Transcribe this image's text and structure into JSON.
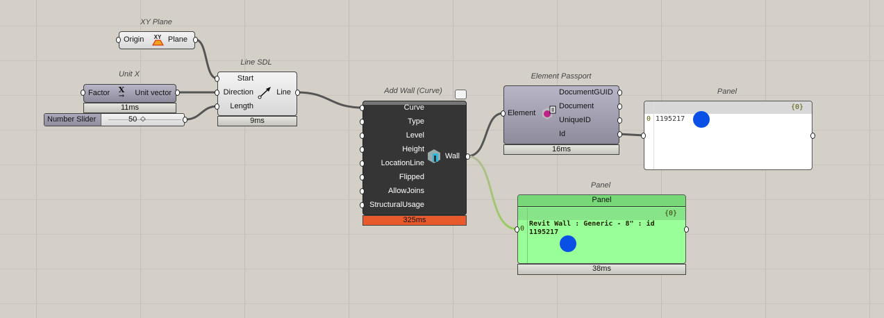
{
  "xy_plane": {
    "nickname": "XY Plane",
    "input": "Origin",
    "output": "Plane",
    "icon": "xy-plane-icon",
    "icon_text": "XY"
  },
  "unit_x": {
    "nickname": "Unit X",
    "input": "Factor",
    "output": "Unit vector",
    "icon_text": "X",
    "time": "11ms"
  },
  "slider": {
    "label": "Number Slider",
    "value": "50"
  },
  "line_sdl": {
    "nickname": "Line SDL",
    "inputs": [
      "Start",
      "Direction",
      "Length"
    ],
    "output": "Line",
    "time": "9ms"
  },
  "add_wall": {
    "nickname": "Add Wall (Curve)",
    "inputs": [
      "Curve",
      "Type",
      "Level",
      "Height",
      "LocationLine",
      "Flipped",
      "AllowJoins",
      "StructuralUsage"
    ],
    "output": "Wall",
    "time": "325ms"
  },
  "passport": {
    "nickname": "Element Passport",
    "input": "Element",
    "outputs": [
      "DocumentGUID",
      "Document",
      "UniqueID",
      "Id"
    ],
    "time": "16ms"
  },
  "panel1": {
    "nickname": "Panel",
    "path": "{0}",
    "index": "0",
    "value": "1195217"
  },
  "panel2": {
    "nickname": "Panel",
    "title": "Panel",
    "path": "{0}",
    "index": "0",
    "line1": "Revit Wall : Generic - 8\" : id",
    "line2": "1195217",
    "time": "38ms"
  },
  "colors": {
    "background": "#d4d0c8",
    "hot": "#e85a2c",
    "panel_green": "#99ff99",
    "marker": "#0a50e6"
  }
}
